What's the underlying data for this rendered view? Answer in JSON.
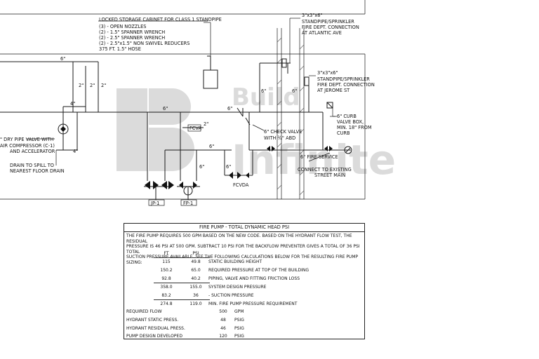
{
  "watermark": {
    "logo_text": "Build Infinite"
  },
  "labels": {
    "cabinet_title": "LOCKED STORAGE CABINET FOR CLASS 1 STANDPIPE",
    "cabinet_items": [
      "(3)  - OPEN NOZZLES",
      "(2)  - 1.5\" SPANNER WRENCH",
      "(2)  - 2.5\" SPANNER WRENCH",
      "(2)  - 2.5\"x1.5\" NON SWIVEL REDUCERS",
      "375 FT. 1.5\" HOSE"
    ],
    "fdc_atlantic": [
      "3\"x3\"x6\"",
      "STANDPIPE/SPRINKLER",
      "FIRE DEPT. CONNECTION",
      "AT ATLANTIC AVE"
    ],
    "fdc_jerome": [
      "3\"x3\"x6\"",
      "STANDPIPE/SPRINKLER",
      "FIRE DEPT. CONNECTION",
      "AT JEROME ST"
    ],
    "curb_valve": [
      "6\" CURB",
      "VALVE BOX,",
      "MIN. 18\" FROM",
      "CURB"
    ],
    "check_valve": [
      "6\" CHECK VALVE",
      "WITH ¾\" ABD"
    ],
    "dry_pipe": [
      "\" DRY PIPE VALVE WITH",
      "AIR COMPRESSOR (C-1)",
      "AND ACCELERATOR"
    ],
    "drain": [
      "DRAIN TO SPILL TO",
      "NEAREST FLOOR DRAIN"
    ],
    "fire_service": "6\" FIRE SERVICE",
    "connect_main": [
      "CONNECT TO EXISTING",
      "STREET MAIN"
    ],
    "fcva": "FCVA",
    "fcvda": "FCVDA",
    "jp1": "JP-1",
    "fp1": "FP-1",
    "pipe_sizes": {
      "s6a": "6\"",
      "s2a": "2\"",
      "s2b": "2\"",
      "s2c": "2\"",
      "s4": "4\"",
      "s6b": "6\"",
      "s6c": "6\"",
      "s6d": "6\"",
      "s6e": "6\"",
      "s6f": "6\"",
      "s2d": "2\"",
      "s4b": "4\"",
      "s6g": "6\"",
      "s6h": "6\""
    }
  },
  "table": {
    "title": "FIRE PUMP - TOTAL DYNAMIC HEAD PSI",
    "note": "THE FIRE PUMP REQUIRES 500 GPM BASED ON THE NEW CODE. BASED ON THE HYDRANT FLOW TEST, THE RESIDUAL\nPRESSURE IS 46 PSI AT 500 GPM. SUBTRACT 10 PSI FOR THE BACKFLOW PREVENTER GIVES A TOTAL OF 36 PSI TOTAL\nSUCTION PRESSURE AVAILABLE. SEE THE FOLLOWING CALCULATIONS BELOW FOR THE RESULTING FIRE PUMP SIZING:",
    "col_ft": "FT",
    "col_psi": "PSI",
    "rows": [
      {
        "ft": "115",
        "psi": "49.8",
        "desc": "STATIC BUILDING HEIGHT"
      },
      {
        "ft": "150.2",
        "psi": "65.0",
        "desc": "REQUIRED PRESSURE AT TOP OF THE BUILDING"
      },
      {
        "ft": "92.8",
        "psi": "40.2",
        "desc": "PIPING, VALVE AND FITTING FRICTION LOSS"
      },
      {
        "ft": "358.0",
        "psi": "155.0",
        "desc": "SYSTEM DESIGN PRESSURE"
      },
      {
        "ft": "83.2",
        "psi": "36",
        "desc": "- SUCTION PRESSURE"
      },
      {
        "ft": "274.8",
        "psi": "119.0",
        "desc": "MIN. FIRE PUMP PRESSURE REQUIREMENT"
      }
    ],
    "summary": [
      {
        "label": "REQUIRED FLOW",
        "value": "500",
        "unit": "GPM"
      },
      {
        "label": "HYDRANT STATIC PRESS.",
        "value": "48",
        "unit": "PSIG"
      },
      {
        "label": "HYDRANT RESIDUAL PRESS.",
        "value": "46",
        "unit": "PSIG"
      },
      {
        "label": "PUMP DESIGN DEVELOPED",
        "value": "120",
        "unit": "PSIG"
      }
    ]
  }
}
